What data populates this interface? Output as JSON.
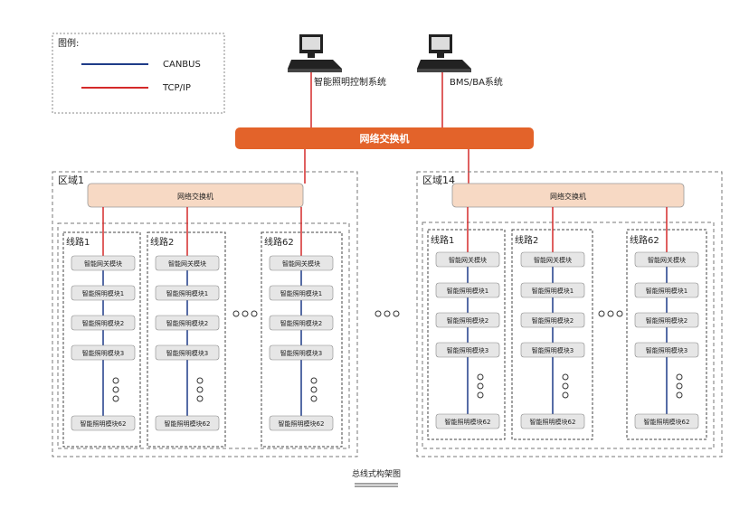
{
  "legend": {
    "title": "图例:",
    "canbus_label": "CANBUS",
    "tcpip_label": "TCP/IP",
    "canbus_color": "#1f3c88",
    "tcpip_color": "#d42a2a"
  },
  "computers": {
    "lighting": "智能照明控制系统",
    "bms": "BMS/BA系统"
  },
  "main_switch": "网络交换机",
  "area_switch": "网络交换机",
  "areas": [
    {
      "label": "区域1",
      "lines": [
        "线路1",
        "线路2",
        "线路62"
      ]
    },
    {
      "label": "区域14",
      "lines": [
        "线路1",
        "线路2",
        "线路62"
      ]
    }
  ],
  "modules": {
    "gateway": "智能网关模块",
    "m1": "智能照明模块1",
    "m2": "智能照明模块2",
    "m3": "智能照明模块3",
    "m62": "智能照明模块62"
  },
  "caption": "总线式构架图",
  "colors": {
    "main_switch_fill": "#e3632a",
    "area_switch_fill": "#f7d9c4",
    "module_fill": "#e6e6e6"
  }
}
